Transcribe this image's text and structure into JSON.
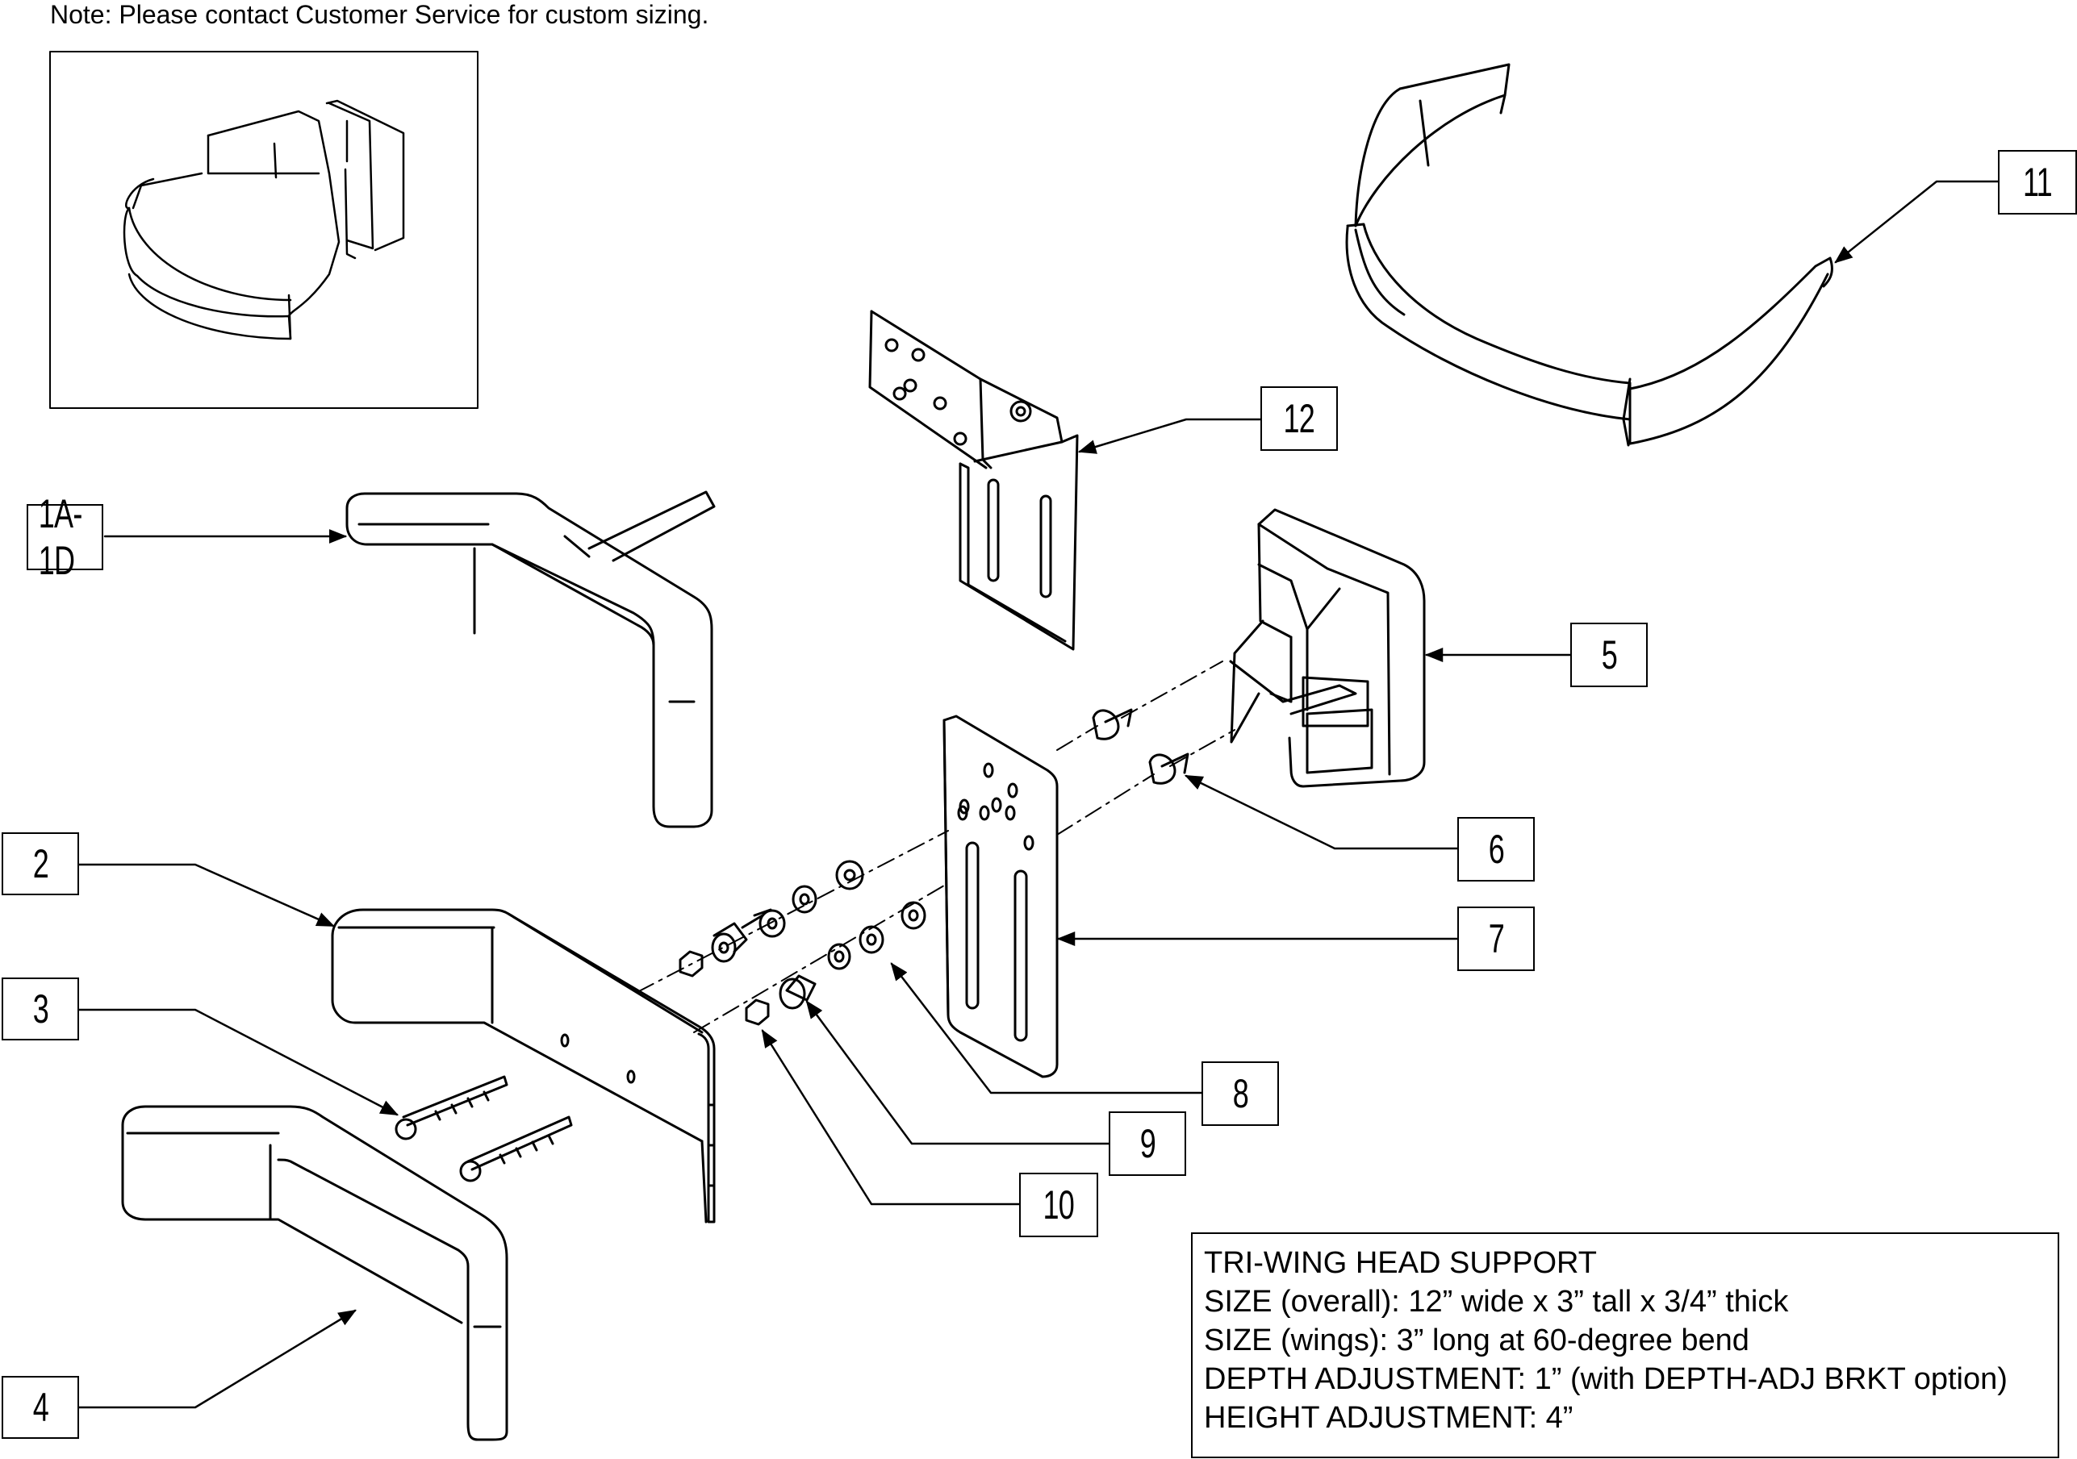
{
  "note": "Note: Please contact Customer Service for custom sizing.",
  "callouts": {
    "c1": "1A-1D",
    "c2": "2",
    "c3": "3",
    "c4": "4",
    "c5": "5",
    "c6": "6",
    "c7": "7",
    "c8": "8",
    "c9": "9",
    "c10": "10",
    "c11": "11",
    "c12": "12"
  },
  "spec": {
    "line1": "TRI-WING HEAD SUPPORT",
    "line2": "SIZE (overall): 12” wide x 3” tall x 3/4” thick",
    "line3": "SIZE (wings): 3” long at 60-degree bend",
    "line4": "DEPTH ADJUSTMENT: 1” (with DEPTH-ADJ BRKT option)",
    "line5": "HEIGHT ADJUSTMENT: 4”"
  },
  "colors": {
    "line": "#000000",
    "background": "#ffffff"
  }
}
